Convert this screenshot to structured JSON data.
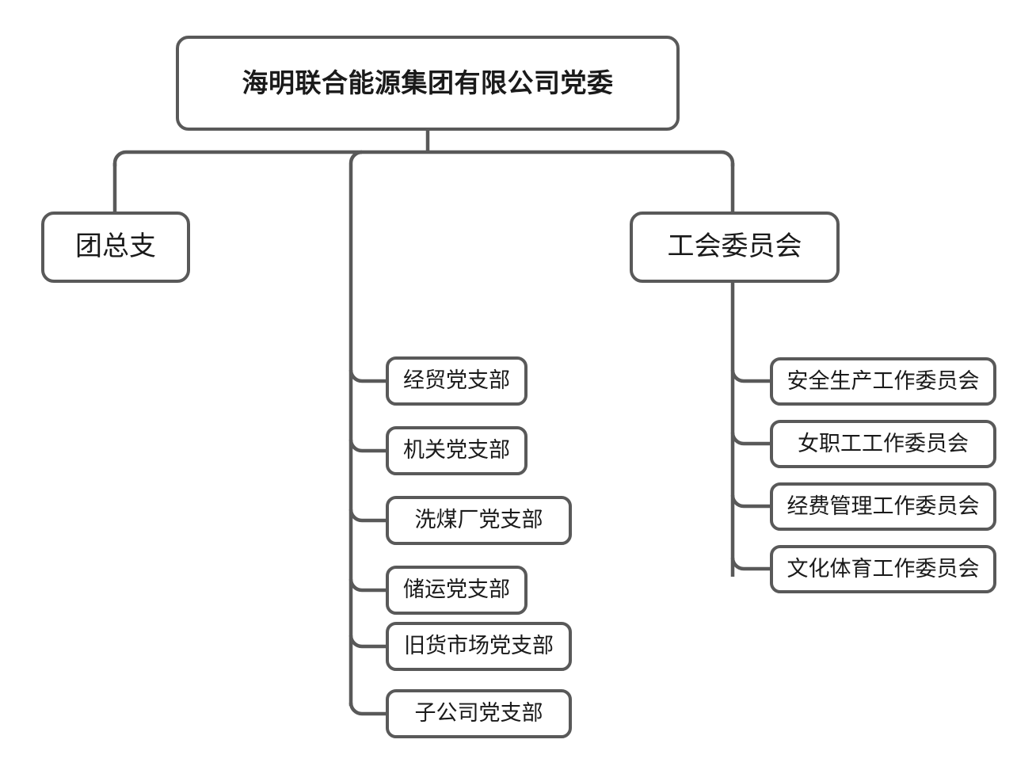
{
  "diagram": {
    "type": "organization-chart",
    "title_text": "海明联合能源集团有限公司党委",
    "stroke_color": "#595959",
    "fill_color": "#ffffff",
    "text_color": "#1a1a1a",
    "background": "#ffffff"
  },
  "root": {
    "label": "海明联合能源集团有限公司党委"
  },
  "level2": {
    "left": {
      "label": "团总支"
    },
    "right": {
      "label": "工会委员会"
    }
  },
  "party_branches": [
    {
      "label": "经贸党支部"
    },
    {
      "label": "机关党支部"
    },
    {
      "label": "洗煤厂党支部"
    },
    {
      "label": "储运党支部"
    },
    {
      "label": "旧货市场党支部"
    },
    {
      "label": "子公司党支部"
    }
  ],
  "union_committees": [
    {
      "label": "安全生产工作委员会"
    },
    {
      "label": "女职工工作委员会"
    },
    {
      "label": "经费管理工作委员会"
    },
    {
      "label": "文化体育工作委员会"
    }
  ]
}
